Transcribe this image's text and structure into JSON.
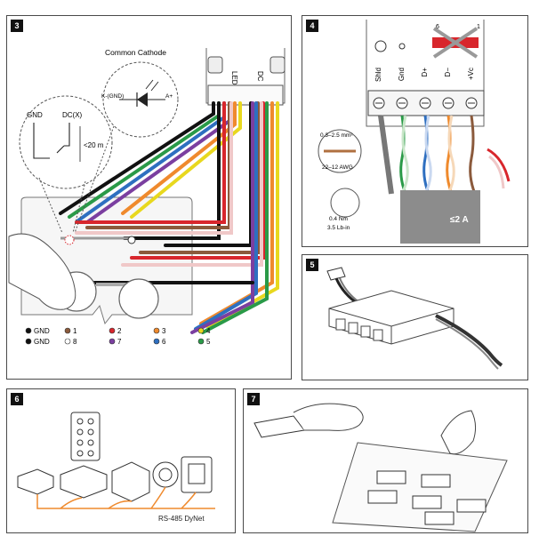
{
  "panels": {
    "p3": {
      "badge": "3",
      "common_cathode": "Common Cathode",
      "k_gnd": "K-(GND)",
      "a_plus": "A+",
      "gnd": "GND",
      "dcx": "DC(X)",
      "distance": "<20 m",
      "led_label": "LED",
      "dc_label": "DC",
      "legend": [
        {
          "label": "GND",
          "color": "#111111"
        },
        {
          "label": "1",
          "color": "#8b5a3c"
        },
        {
          "label": "2",
          "color": "#d8262c"
        },
        {
          "label": "3",
          "color": "#ef8a2d"
        },
        {
          "label": "4",
          "color": "#e8d81e"
        },
        {
          "label": "GND",
          "color": "#111111"
        },
        {
          "label": "8",
          "color": "#ffffff"
        },
        {
          "label": "7",
          "color": "#7b3fa0"
        },
        {
          "label": "6",
          "color": "#2e6fc0"
        },
        {
          "label": "5",
          "color": "#2a9a48"
        }
      ]
    },
    "p4": {
      "badge": "4",
      "terminals": [
        "Shld",
        "Gnd",
        "D+",
        "D−",
        "+Vc"
      ],
      "pin_left": "6",
      "pin_right": "1",
      "wire_size": "0.3–2.5 mm²",
      "awg": "22–12 AWG",
      "torque_nm": "0.4 Nm",
      "torque_lbin": "3.5 Lb-in",
      "current": "≤2 A"
    },
    "p5": {
      "badge": "5"
    },
    "p6": {
      "badge": "6",
      "bus_label": "RS-485 DyNet"
    },
    "p7": {
      "badge": "7"
    }
  }
}
